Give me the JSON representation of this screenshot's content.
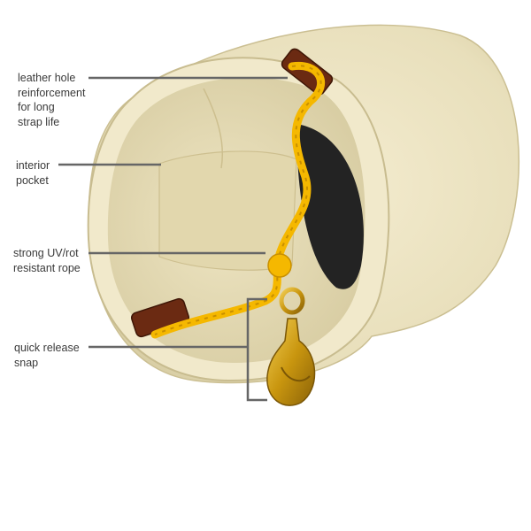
{
  "colors": {
    "canvas": "#efe6c4",
    "canvas_shadow": "#d9cfa6",
    "interior": "#e7ddb8",
    "rope": "#f5b800",
    "leather": "#6b2a12",
    "brass": "#c9960f",
    "leader_line": "#666666"
  },
  "callouts": [
    {
      "id": "leather",
      "text": "leather hole\nreinforcement\nfor long\nstrap life"
    },
    {
      "id": "pocket",
      "text": "interior\npocket"
    },
    {
      "id": "rope",
      "text": "strong UV/rot\nresistant rope"
    },
    {
      "id": "snap",
      "text": "quick release\nsnap"
    }
  ]
}
